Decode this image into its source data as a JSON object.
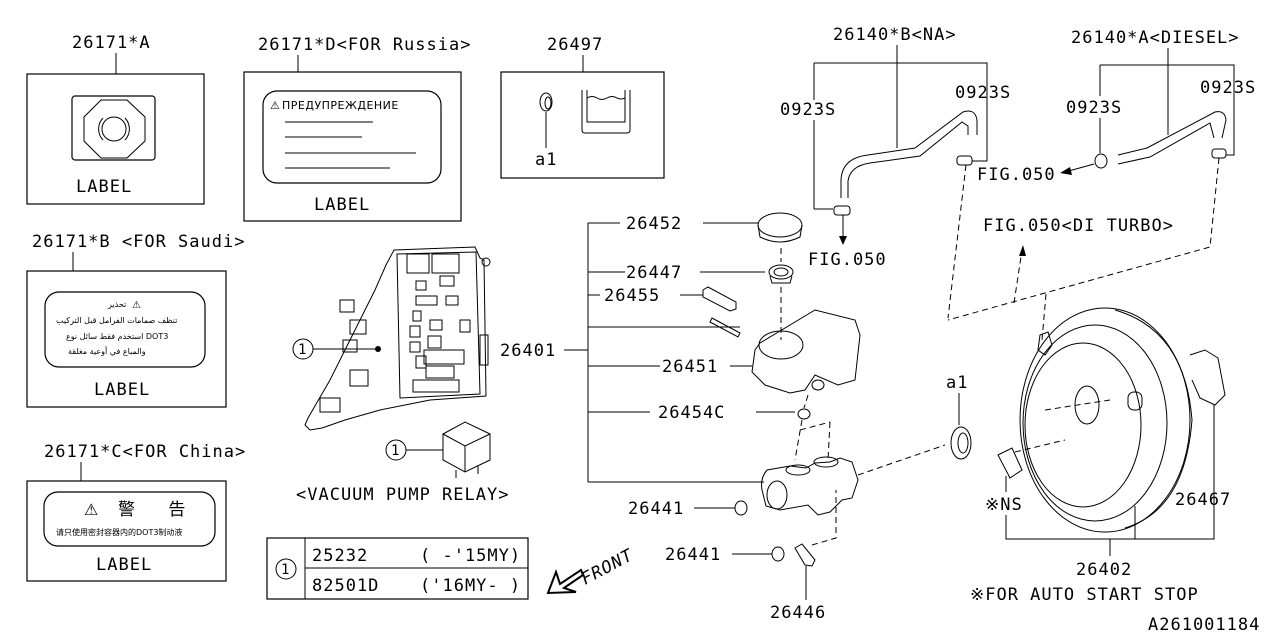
{
  "diagram": {
    "id_code": "A261001184",
    "colors": {
      "line": "#000000",
      "background": "#ffffff"
    },
    "labels_boxes": [
      {
        "part": "26171*A",
        "caption": "LABEL",
        "kind": "symbol-label"
      },
      {
        "part": "26171*D<FOR Russia>",
        "caption": "LABEL",
        "warning_text": "ПРЕДУПРЕЖДЕНИЕ"
      },
      {
        "part": "26497",
        "ref": "a1"
      },
      {
        "part": "26171*B <FOR Saudi>",
        "caption": "LABEL",
        "warning_text": "تحذير",
        "lines": [
          "تنظف صمامات الفرامل قبل التركيب",
          "استخدم فقط سائل نوع DOT3",
          "والمباع في أوعية مغلقة"
        ]
      },
      {
        "part": "26171*C<FOR China>",
        "caption": "LABEL",
        "warning_text": "警 告",
        "line": "请只使用密封容器内的DOT3制动液"
      }
    ],
    "relay": {
      "callout": "1",
      "caption": "<VACUUM PUMP RELAY>",
      "table": [
        {
          "part": "25232",
          "note": "( -'15MY)"
        },
        {
          "part": "82501D",
          "note": "('16MY- )"
        }
      ]
    },
    "master_cylinder": {
      "group": "26401",
      "parts": [
        "26452",
        "26447",
        "26455",
        "26451",
        "26454C"
      ],
      "fasteners": [
        "26441",
        "26441",
        "26446"
      ],
      "front_label": "FRONT"
    },
    "hoses": {
      "na": {
        "part": "26140*B<NA>",
        "clips": [
          "0923S",
          "0923S"
        ],
        "fig": "FIG.050"
      },
      "diesel": {
        "part": "26140*A<DIESEL>",
        "clips": [
          "0923S",
          "0923S"
        ],
        "fig": "FIG.050"
      },
      "turbo_fig": "FIG.050<DI TURBO>"
    },
    "booster": {
      "group": "26402",
      "parts": [
        "26467"
      ],
      "ref": "a1",
      "ns_label": "※NS",
      "footnote": "※FOR AUTO START STOP"
    }
  }
}
